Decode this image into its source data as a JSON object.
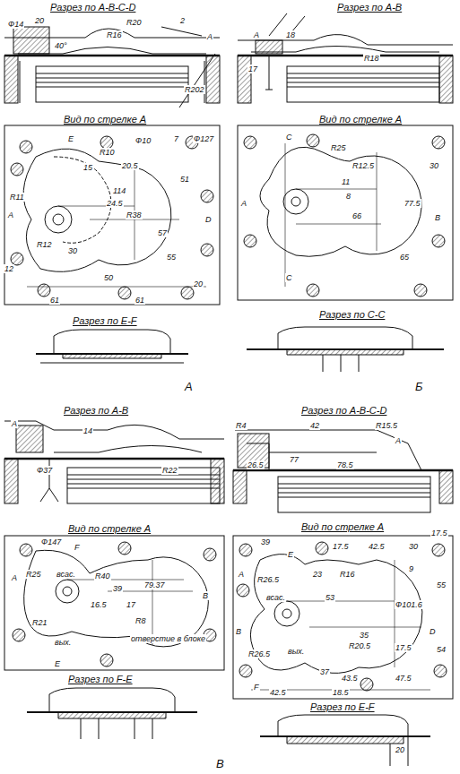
{
  "diagram": {
    "labels": [
      "Разрез по A-B-C-D",
      "Ф14",
      "20",
      "40°",
      "R16",
      "R20",
      "2",
      "A",
      "R202",
      "Вид по стрелке A",
      "E",
      "Ф10",
      "7",
      "Ф127",
      "R10",
      "15",
      "20.5",
      "114",
      "51",
      "24.5",
      "R38",
      "A",
      "D",
      "R11",
      "57",
      "R12",
      "30",
      "55",
      "12",
      "50",
      "20",
      "61",
      "61",
      "Разрез по E-F",
      "А",
      "Разрез по A-B",
      "A",
      "18",
      "17",
      "R18",
      "Вид по стрелке A",
      "C",
      "R25",
      "R12.5",
      "11",
      "8",
      "66",
      "77.5",
      "30",
      "A",
      "B",
      "65",
      "C",
      "Разрез по С-С",
      "Б",
      "Разрез по A-B",
      "A",
      "14",
      "Ф37",
      "R22",
      "Вид по стрелке A",
      "Ф147",
      "F",
      "A",
      "R25",
      "всас.",
      "R40",
      "39",
      "79.37",
      "B",
      "16.5",
      "17",
      "R8",
      "вых.",
      "R21",
      "отверстие в блоке",
      "E",
      "Разрез по F-E",
      "В",
      "Разрез по А-B-C-D",
      "R4",
      "42",
      "R15.5",
      "A",
      "26.5",
      "77",
      "78.5",
      "Вид по стрелке A",
      "39",
      "17.5",
      "42.5",
      "30",
      "17.5",
      "E",
      "A",
      "R26.5",
      "всас.",
      "23",
      "R16",
      "53",
      "9",
      "Ф101.6",
      "55",
      "D",
      "35",
      "R20.5",
      "17.5",
      "54",
      "B",
      "R26.5",
      "вых.",
      "37",
      "47.5",
      "43.5",
      "F",
      "42.5",
      "18.5",
      "Разрез по E-F",
      "20"
    ]
  }
}
